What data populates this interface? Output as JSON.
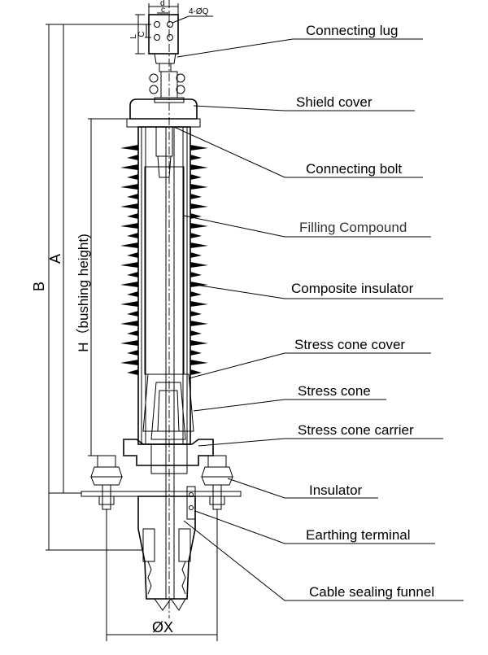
{
  "labels": {
    "connecting_lug": "Connecting lug",
    "shield_cover": "Shield cover",
    "connecting_bolt": "Connecting bolt",
    "filling_compound": "Filling Compound",
    "composite_insulator": "Composite insulator",
    "stress_cone_cover": "Stress cone cover",
    "stress_cone": "Stress cone",
    "stress_cone_carrier": "Stress cone carrier",
    "insulator": "Insulator",
    "earthing_terminal": "Earthing terminal",
    "cable_sealing_funnel": "Cable sealing funnel"
  },
  "dimensions": {
    "b": "B",
    "a": "A",
    "h": "H（bushing height)",
    "x": "ØX",
    "lug_d": "d",
    "lug_c_top": "c",
    "lug_c_side": "C",
    "lug_l": "L",
    "lug_holes": "4-ØQ"
  }
}
